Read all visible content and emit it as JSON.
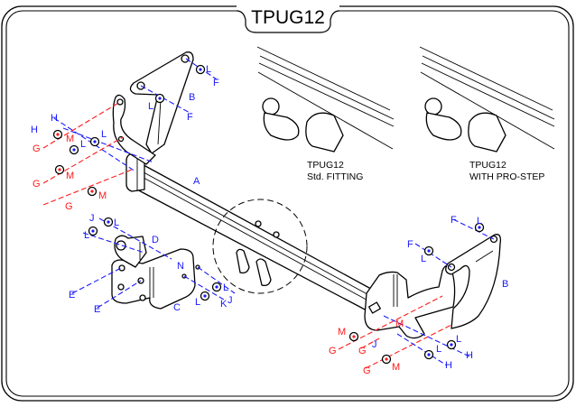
{
  "title": "TPUG12",
  "insets": [
    {
      "line1": "TPUG12",
      "line2": "Std. FITTING"
    },
    {
      "line1": "TPUG12",
      "line2": "WITH PRO-STEP"
    }
  ],
  "colors": {
    "fastener_blue": "#1a1aff",
    "fastener_red": "#ff1a1a",
    "outline": "#000000"
  },
  "part_labels": {
    "A": "A",
    "B_left": "B",
    "B_right": "B",
    "C": "C",
    "D": "D",
    "N": "N",
    "E1": "E",
    "E2": "E"
  },
  "fastener_labels": {
    "left_top_L": "L",
    "left_top_F": "F",
    "left_mid_L": "L",
    "left_mid_F": "F",
    "H1": "H",
    "H2": "H",
    "L_h1": "L",
    "L_h2": "L",
    "G1": "G",
    "G2": "G",
    "G3": "G",
    "M1": "M",
    "M2": "M",
    "M3": "M",
    "J1": "J",
    "L_j1a": "L",
    "L_j1b": "L",
    "J2": "J",
    "K": "K",
    "L_k": "L",
    "L_j2": "L",
    "rF1": "F",
    "rL1": "L",
    "rF2": "F",
    "rL2": "L",
    "rM1": "M",
    "rG1": "G",
    "rG2": "G",
    "rM2": "M",
    "rG3": "G",
    "rM3": "M",
    "rL3": "L",
    "rH1": "H",
    "rL4": "L",
    "rH2": "H",
    "rJ": "J"
  }
}
